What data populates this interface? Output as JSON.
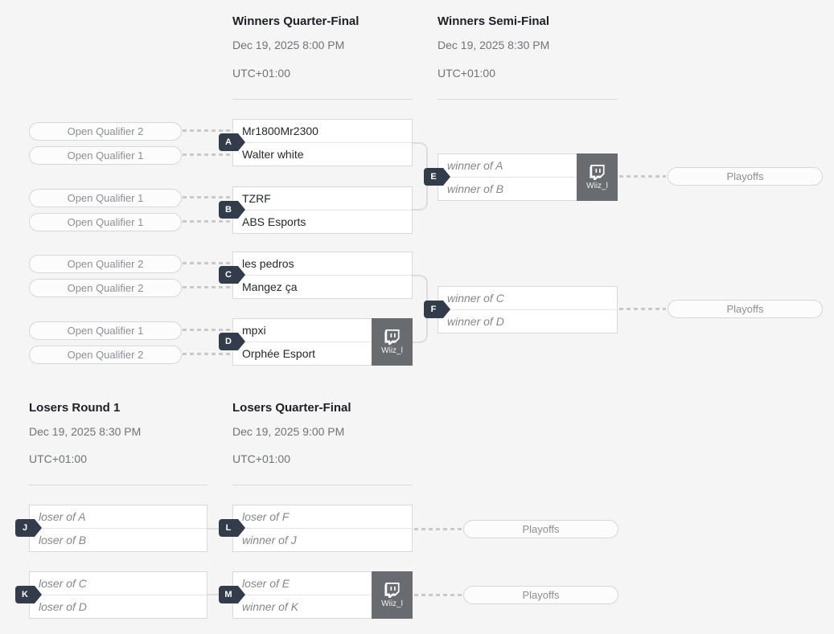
{
  "rounds": [
    {
      "title": "Winners Quarter-Final",
      "datetime": "Dec 19, 2025 8:00 PM",
      "timezone": "UTC+01:00"
    },
    {
      "title": "Winners Semi-Final",
      "datetime": "Dec 19, 2025 8:30 PM",
      "timezone": "UTC+01:00"
    },
    {
      "title": "Losers Round 1",
      "datetime": "Dec 19, 2025 8:30 PM",
      "timezone": "UTC+01:00"
    },
    {
      "title": "Losers Quarter-Final",
      "datetime": "Dec 19, 2025 9:00 PM",
      "timezone": "UTC+01:00"
    }
  ],
  "qualifier_pills": [
    {
      "label": "Open Qualifier 2"
    },
    {
      "label": "Open Qualifier 1"
    },
    {
      "label": "Open Qualifier 1"
    },
    {
      "label": "Open Qualifier 1"
    },
    {
      "label": "Open Qualifier 2"
    },
    {
      "label": "Open Qualifier 2"
    },
    {
      "label": "Open Qualifier 1"
    },
    {
      "label": "Open Qualifier 2"
    }
  ],
  "matches": {
    "A": {
      "label": "A",
      "top": "Mr1800Mr2300",
      "bottom": "Walter white"
    },
    "B": {
      "label": "B",
      "top": "TZRF",
      "bottom": "ABS Esports"
    },
    "C": {
      "label": "C",
      "top": "les pedros",
      "bottom": "Mangez ça"
    },
    "D": {
      "label": "D",
      "top": "mpxi",
      "bottom": "Orphée Esport",
      "stream": "Wiiz_l"
    },
    "E": {
      "label": "E",
      "top": "winner of A",
      "bottom": "winner of B",
      "stream": "Wiiz_l"
    },
    "F": {
      "label": "F",
      "top": "winner of C",
      "bottom": "winner of D"
    },
    "J": {
      "label": "J",
      "top": "loser of A",
      "bottom": "loser of B"
    },
    "K": {
      "label": "K",
      "top": "loser of C",
      "bottom": "loser of D"
    },
    "L": {
      "label": "L",
      "top": "loser of F",
      "bottom": "winner of J"
    },
    "M": {
      "label": "M",
      "top": "loser of E",
      "bottom": "winner of K",
      "stream": "Wiiz_l"
    }
  },
  "playoffs": {
    "label": "Playoffs"
  },
  "icons": {
    "stream": "twitch-icon"
  },
  "colors": {
    "page_bg": "#f5f5f6",
    "badge": "#333c4a",
    "stream_badge": "#686c71",
    "box_border": "#d7d9db",
    "muted_text": "#6f7378",
    "placeholder_text": "#84878c"
  }
}
